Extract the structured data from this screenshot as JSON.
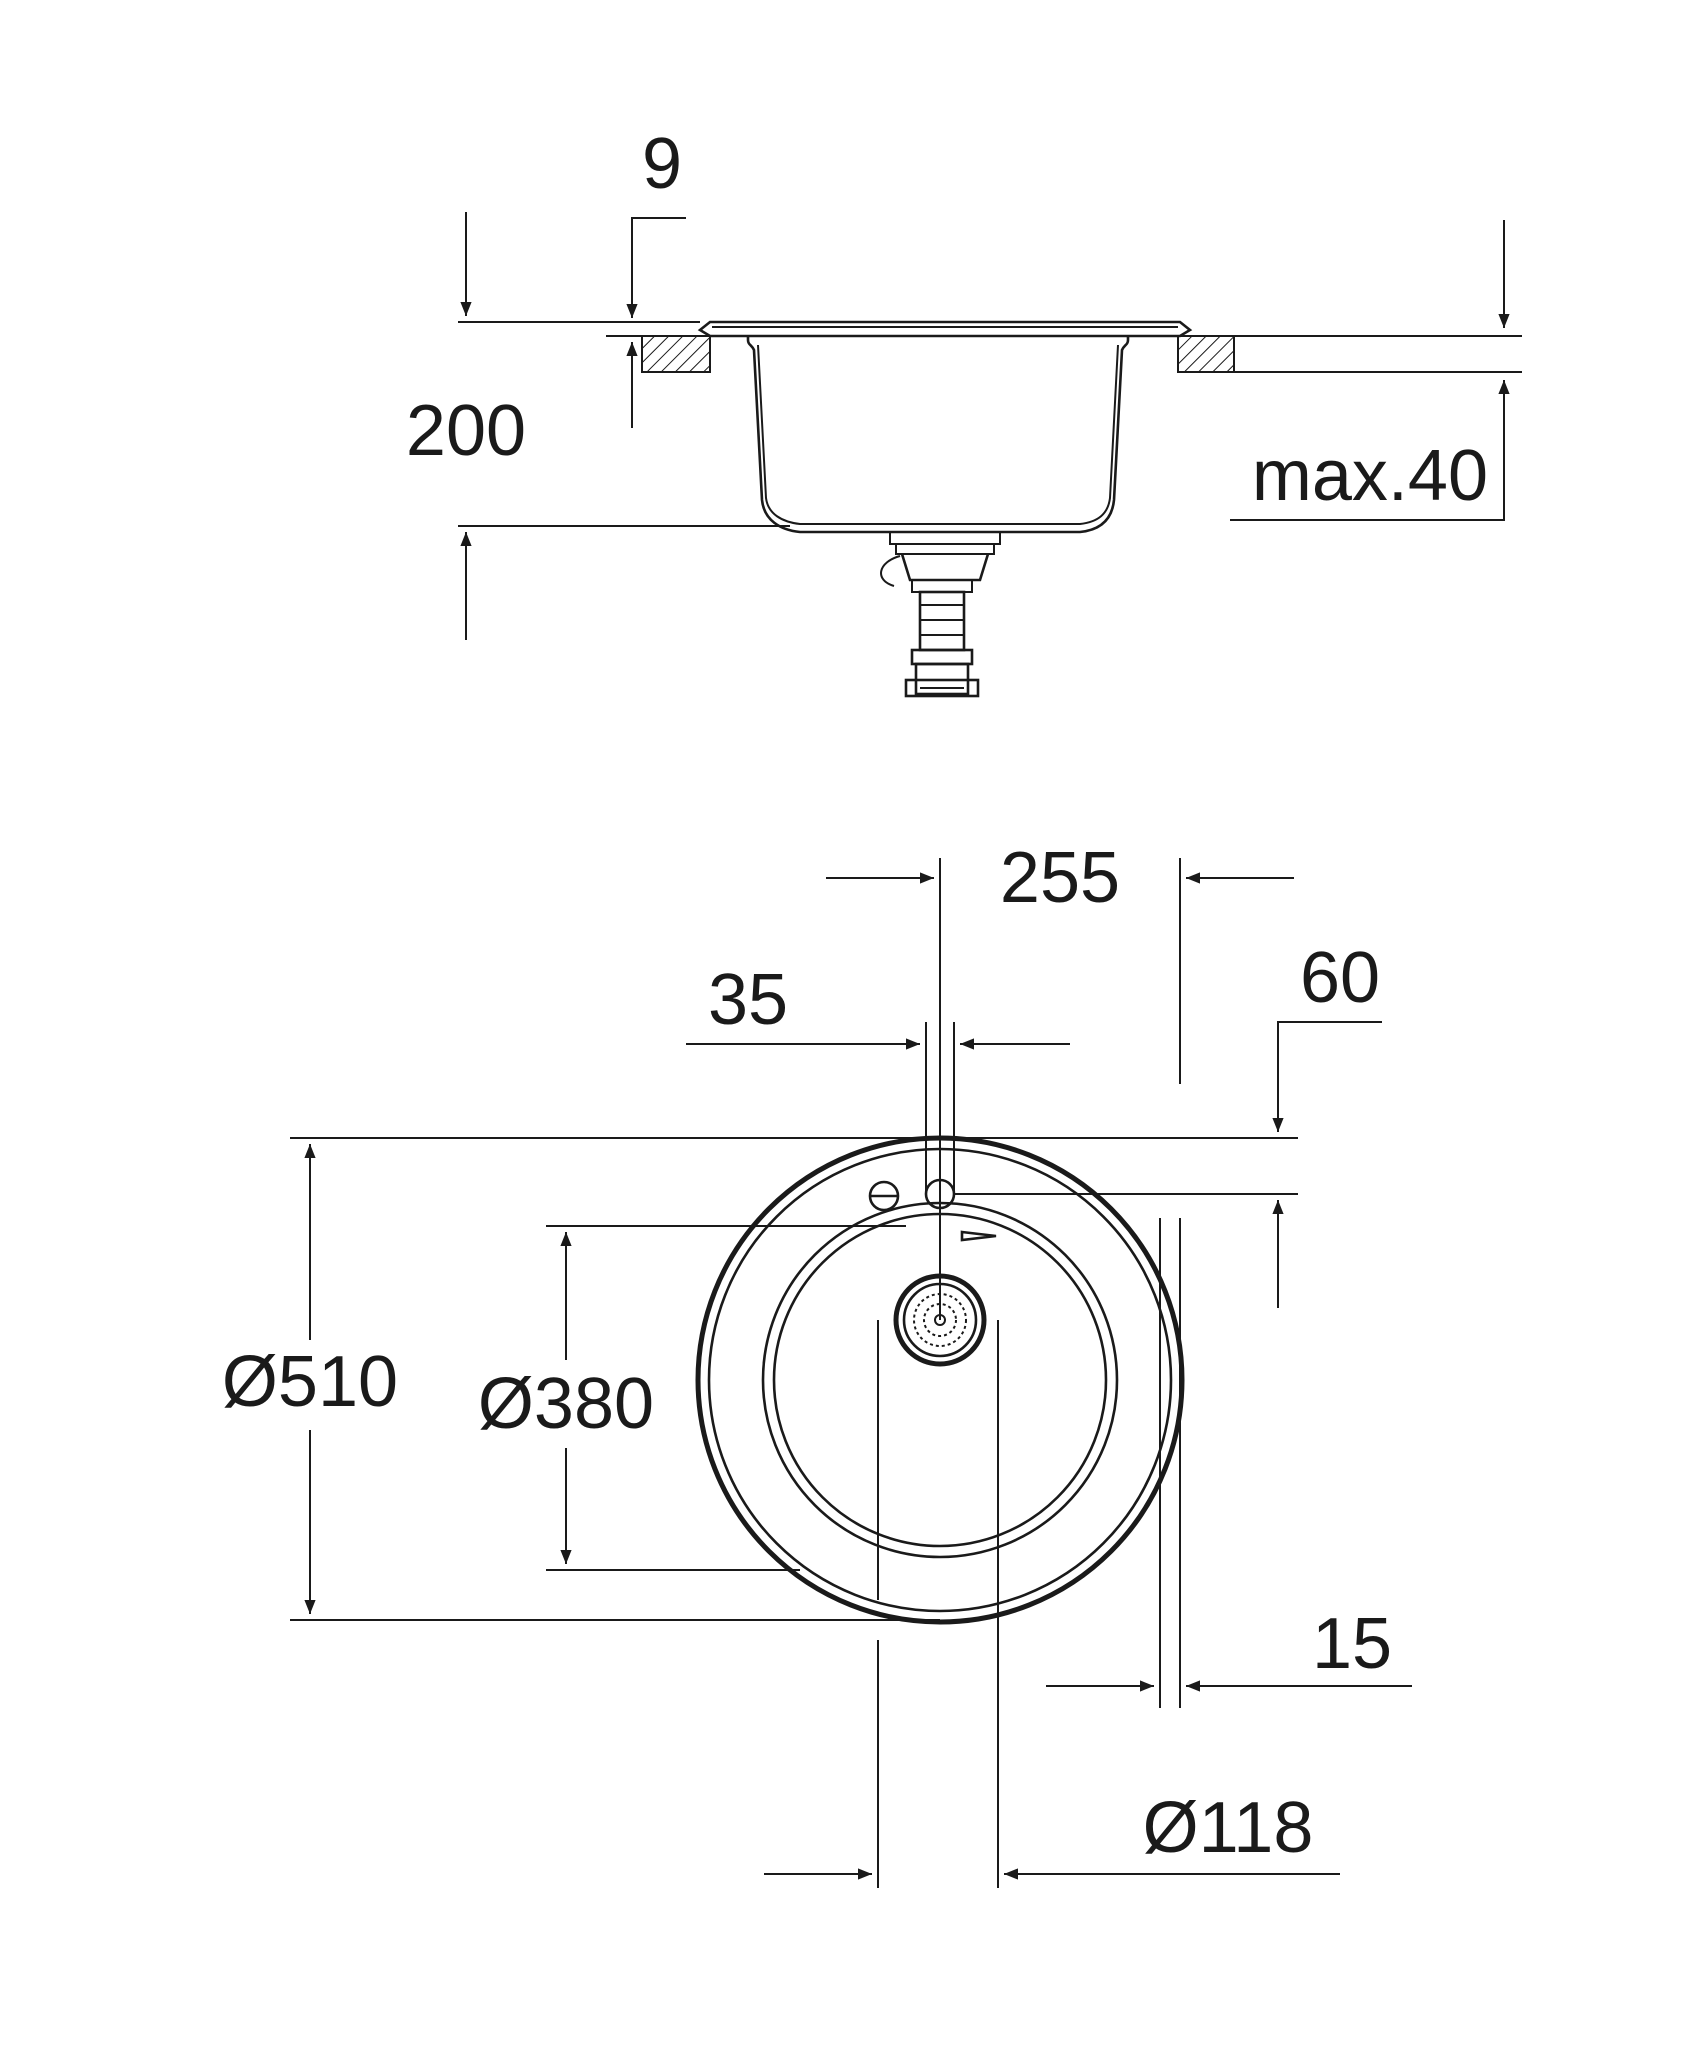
{
  "side_view": {
    "dims": {
      "rim_thickness": "9",
      "depth": "200",
      "worktop_max": "max.40"
    }
  },
  "top_view": {
    "dims": {
      "tap_to_edge": "255",
      "tap_hole": "35",
      "tap_offset": "60",
      "outer_diameter": "Ø510",
      "bowl_diameter": "Ø380",
      "rim_width": "15",
      "drain_diameter": "Ø118"
    }
  }
}
